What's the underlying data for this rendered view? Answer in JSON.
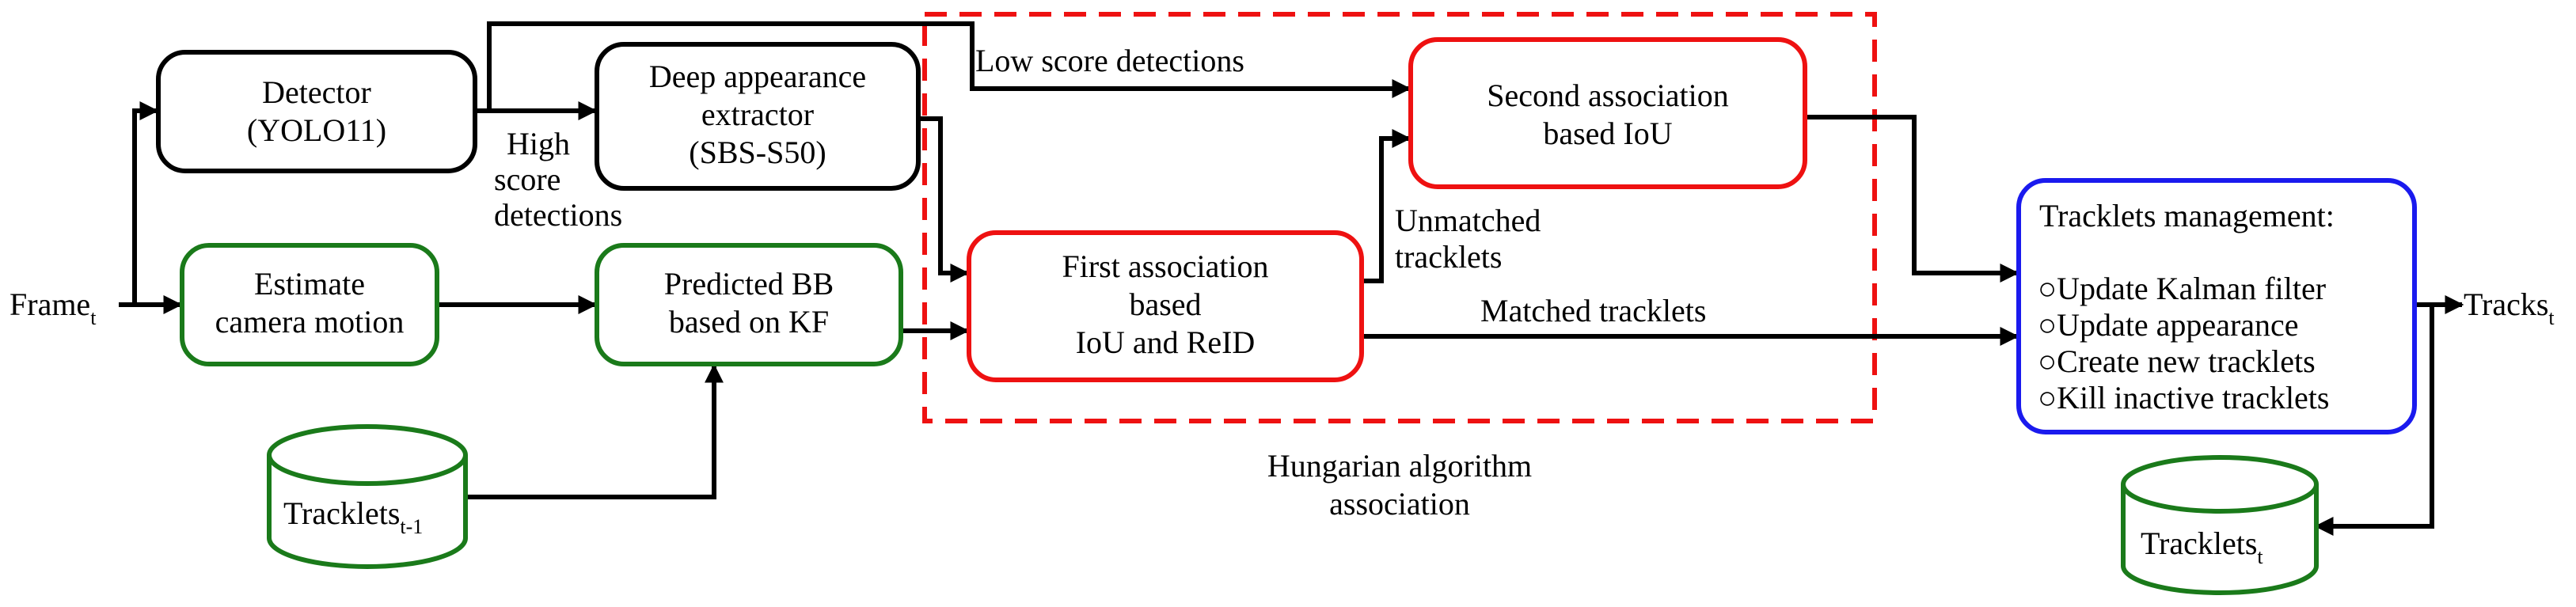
{
  "colors": {
    "black": "#000000",
    "green": "#1a7a1a",
    "red": "#ee1111",
    "blue": "#1a1aee",
    "dashed_region": "#ee1111"
  },
  "input": {
    "label": "Frame",
    "sub": "t"
  },
  "output": {
    "label": "Tracks",
    "sub": "t"
  },
  "nodes": {
    "detector": {
      "lines": [
        "Detector",
        "(YOLO11)"
      ]
    },
    "appearance": {
      "lines": [
        "Deep appearance",
        "extractor",
        "(SBS-S50)"
      ]
    },
    "camera_motion": {
      "lines": [
        "Estimate",
        "camera motion"
      ]
    },
    "predicted_bb": {
      "lines": [
        "Predicted BB",
        "based on KF"
      ]
    },
    "first_assoc": {
      "lines": [
        "First association",
        "based",
        "IoU and ReID"
      ]
    },
    "second_assoc": {
      "lines": [
        "Second association",
        "based IoU"
      ]
    },
    "management": {
      "title": "Tracklets management:",
      "items": [
        "Update Kalman filter",
        "Update appearance",
        "Create new tracklets",
        "Kill inactive tracklets"
      ],
      "bullet": "○"
    },
    "tracklets_prev": {
      "label": "Tracklets",
      "sub": "t-1"
    },
    "tracklets_cur": {
      "label": "Tracklets",
      "sub": "t"
    }
  },
  "edge_labels": {
    "high_score": [
      "High",
      "score",
      "detections"
    ],
    "low_score": "Low score detections",
    "unmatched": [
      "Unmatched",
      "tracklets"
    ],
    "matched": "Matched tracklets"
  },
  "region_label": [
    "Hungarian algorithm",
    "association"
  ]
}
